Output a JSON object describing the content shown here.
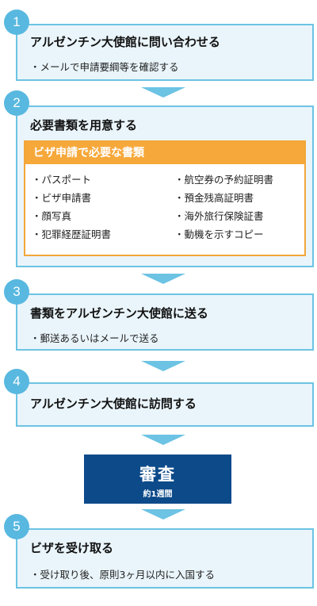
{
  "steps": [
    {
      "number": "1",
      "title": "アルゼンチン大使館に問い合わせる",
      "desc": "・メールで申請要綱等を確認する"
    },
    {
      "number": "2",
      "title": "必要書類を用意する",
      "documents": {
        "header": "ビザ申請で必要な書類",
        "left": [
          "・パスポート",
          "・ビザ申請書",
          "・顔写真",
          "・犯罪経歴証明書"
        ],
        "right": [
          "・航空券の予約証明書",
          "・預金残高証明書",
          "・海外旅行保険証書",
          "・動機を示すコピー"
        ]
      }
    },
    {
      "number": "3",
      "title": "書類をアルゼンチン大使館に送る",
      "desc": "・郵送あるいはメールで送る"
    },
    {
      "number": "4",
      "title": "アルゼンチン大使館に訪問する"
    },
    {
      "number": "5",
      "title": "ビザを受け取る",
      "desc": "・受け取り後、原則3ヶ月以内に入国する"
    }
  ],
  "review": {
    "title": "審査",
    "duration": "約1週間"
  },
  "colors": {
    "step_fill": "#eaf5fb",
    "step_border": "#6cc3e3",
    "badge": "#58b8e0",
    "doc_header": "#f6a83a",
    "review": "#0c4a8a"
  }
}
